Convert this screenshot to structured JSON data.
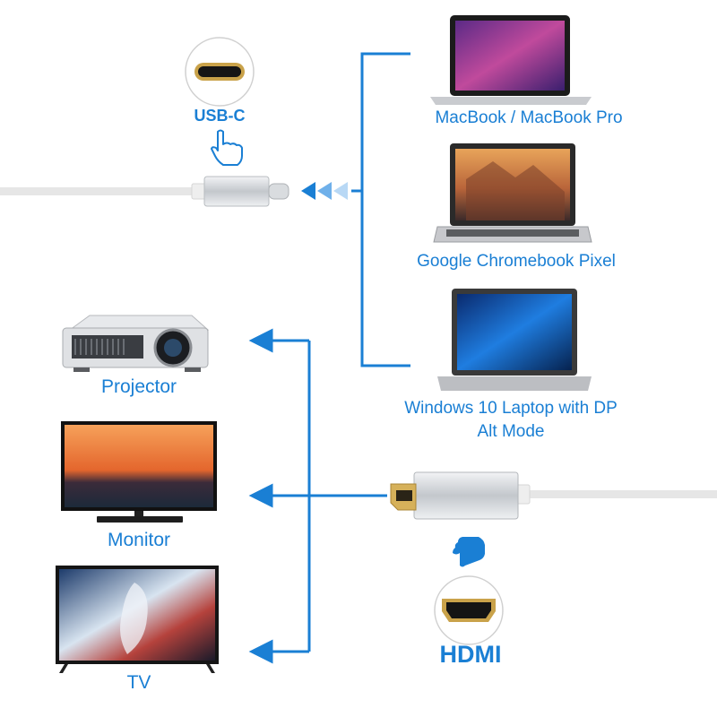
{
  "source": {
    "port_label": "USB-C",
    "devices": [
      {
        "label": "MacBook / MacBook Pro"
      },
      {
        "label": "Google Chromebook Pixel"
      },
      {
        "label": "Windows 10 Laptop with DP Alt Mode"
      }
    ]
  },
  "output": {
    "port_label": "HDMI",
    "displays": [
      {
        "label": "Projector"
      },
      {
        "label": "Monitor"
      },
      {
        "label": "TV"
      }
    ]
  },
  "colors": {
    "accent": "#1a7fd4",
    "connector_gold": "#c9a24a",
    "cable": "#e6e6e6",
    "plug_silver": "#c8ccd0"
  },
  "icons": [
    "usb-c-port-icon",
    "hdmi-port-icon",
    "pointing-hand-icon",
    "arrow-icon",
    "laptop-icon",
    "projector-icon",
    "monitor-icon",
    "tv-icon"
  ]
}
